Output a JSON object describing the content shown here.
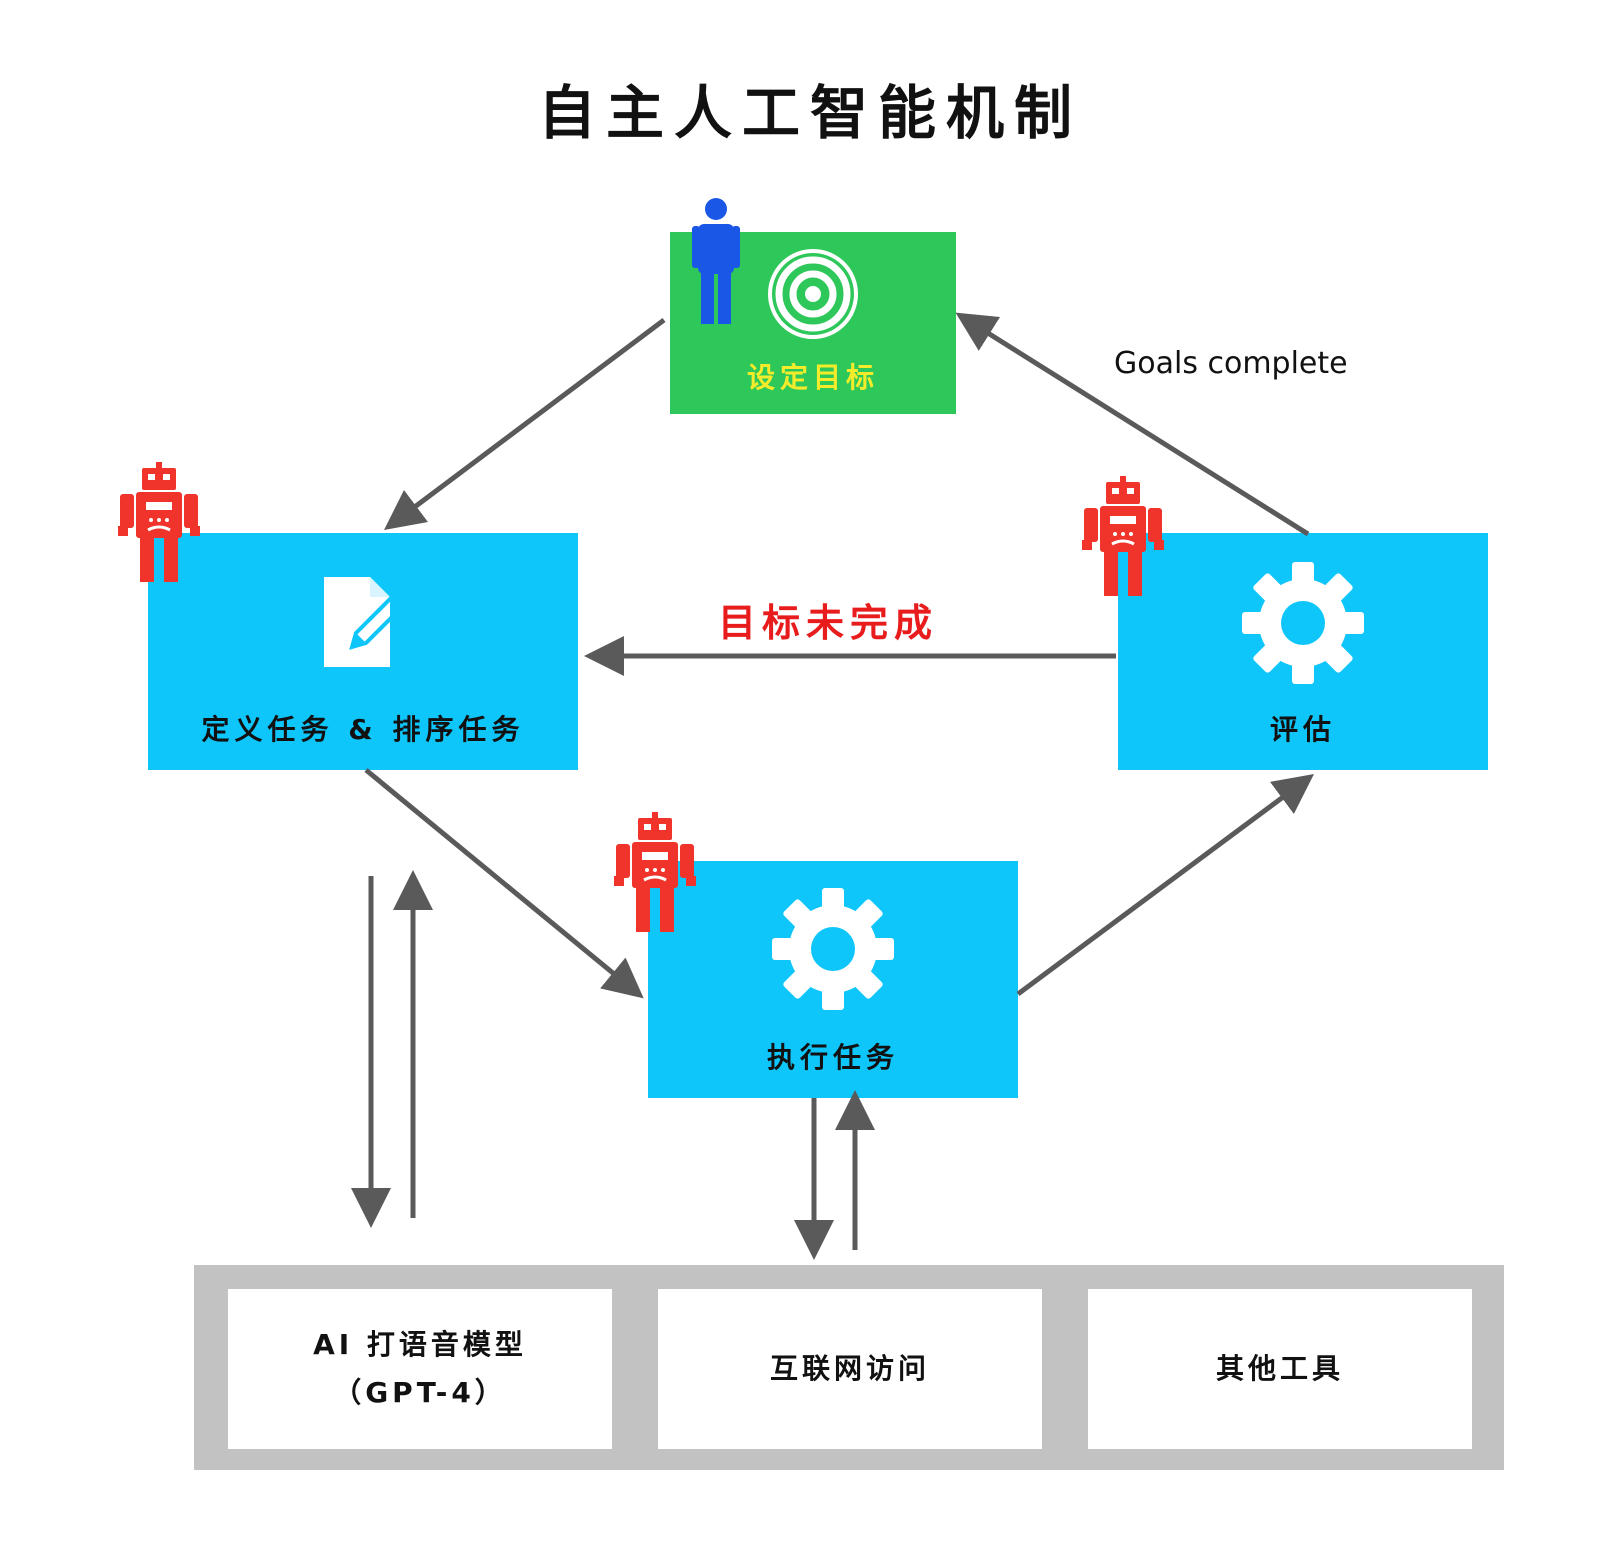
{
  "title": "自主人工智能机制",
  "nodes": {
    "goal": {
      "label": "设定目标",
      "icon": "target-icon",
      "actor": "person-icon"
    },
    "define": {
      "label": "定义任务 & 排序任务",
      "icon": "document-edit-icon",
      "actor": "robot-icon"
    },
    "evaluate": {
      "label": "评估",
      "icon": "gear-icon",
      "actor": "robot-icon"
    },
    "execute": {
      "label": "执行任务",
      "icon": "gear-icon",
      "actor": "robot-icon"
    }
  },
  "edges": {
    "goals_complete": "Goals complete",
    "goal_not_complete": "目标未完成"
  },
  "tools": {
    "ai_model_line1": "AI 打语音模型",
    "ai_model_line2": "（GPT-4）",
    "internet": "互联网访问",
    "other": "其他工具"
  },
  "colors": {
    "task_box": "#0fc6fb",
    "goal_box": "#2ec75a",
    "goal_label": "#f4ec2a",
    "robot": "#f0342c",
    "person": "#1b57e6",
    "arrow": "#5a5a5a",
    "not_complete_label": "#e81c1c",
    "tool_frame": "#c2c2c2"
  }
}
